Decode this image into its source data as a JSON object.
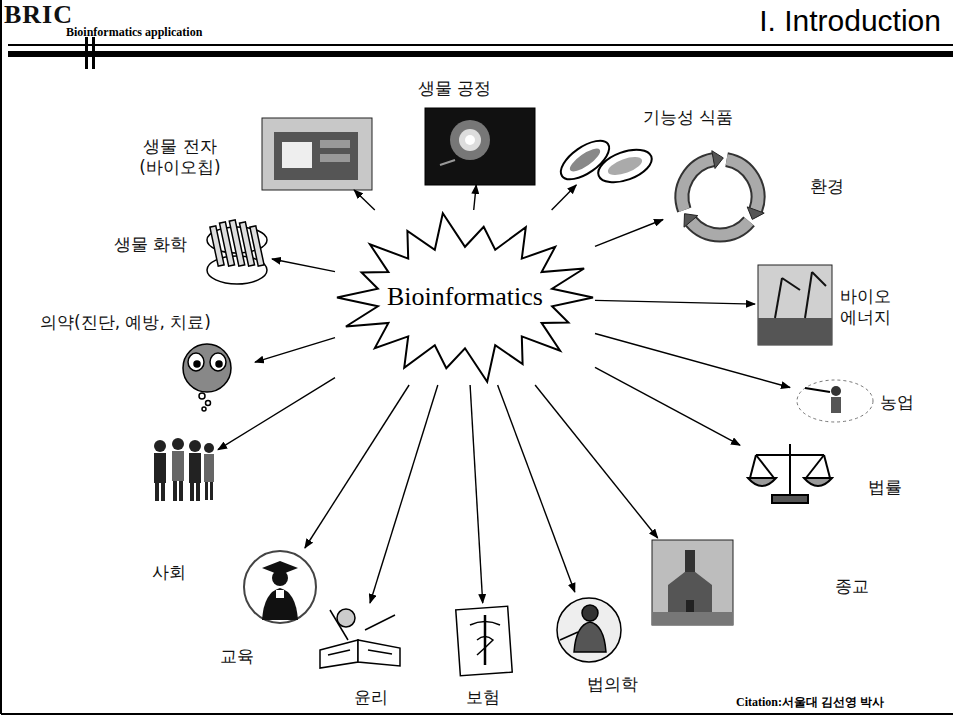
{
  "diagram": {
    "title": "I. Introduction",
    "nodes": [
      {
        "text": [
          "Bioinformatics"
        ]
      },
      {
        "text": [
          "생물 공정"
        ]
      },
      {
        "text": [
          "생물 전자 (바이오칩)"
        ]
      },
      {
        "text": [
          "기능성 식품"
        ]
      },
      {
        "text": [
          "생물 화학"
        ]
      },
      {
        "text": [
          "환경"
        ]
      },
      {
        "text": [
          "바이오 에너지"
        ]
      },
      {
        "text": [
          "의약(진단, 예방, 치료)"
        ]
      },
      {
        "text": [
          "농업"
        ]
      },
      {
        "text": [
          "법률"
        ]
      },
      {
        "text": [
          "사회"
        ]
      },
      {
        "text": [
          "교육"
        ]
      },
      {
        "text": [
          "종교"
        ]
      },
      {
        "text": [
          "윤리"
        ]
      },
      {
        "text": [
          "보험"
        ]
      },
      {
        "text": [
          "법의학"
        ]
      }
    ],
    "edges": [
      {
        "from": 0,
        "to": 1,
        "arrow": "to"
      },
      {
        "from": 0,
        "to": 2,
        "arrow": "to"
      },
      {
        "from": 0,
        "to": 3,
        "arrow": "to"
      },
      {
        "from": 0,
        "to": 4,
        "arrow": "to"
      },
      {
        "from": 0,
        "to": 5,
        "arrow": "to"
      },
      {
        "from": 0,
        "to": 6,
        "arrow": "to"
      },
      {
        "from": 0,
        "to": 7,
        "arrow": "to"
      },
      {
        "from": 0,
        "to": 8,
        "arrow": "to"
      },
      {
        "from": 0,
        "to": 9,
        "arrow": "to"
      },
      {
        "from": 0,
        "to": 10,
        "arrow": "to"
      },
      {
        "from": 0,
        "to": 11,
        "arrow": "to"
      },
      {
        "from": 0,
        "to": 12,
        "arrow": "to"
      },
      {
        "from": 0,
        "to": 13,
        "arrow": "to"
      },
      {
        "from": 0,
        "to": 14,
        "arrow": "to"
      },
      {
        "from": 0,
        "to": 15,
        "arrow": "to"
      }
    ],
    "labels": [
      "BRIC",
      "Bioinformatics application",
      "Citation:서울대 김선영 박사"
    ]
  }
}
